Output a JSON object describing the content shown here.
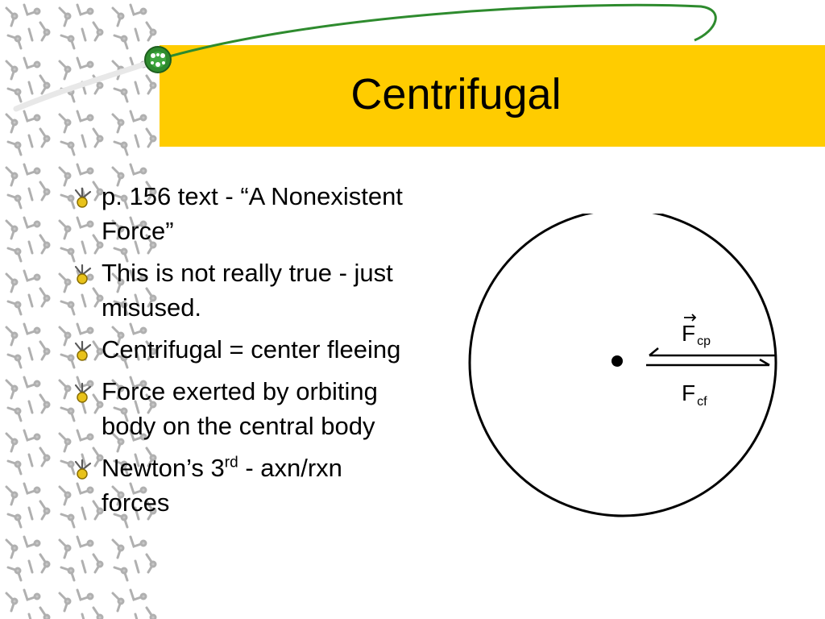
{
  "slide": {
    "title": "Centrifugal",
    "colors": {
      "title_band": "#FFCC00",
      "decor_green": "#2E8B2E",
      "pattern": "#A8A8A8"
    },
    "bullets": [
      {
        "text": "p. 156 text - “A Nonexistent Force”"
      },
      {
        "text": "This is not really true - just misused."
      },
      {
        "text": "Centrifugal = center fleeing"
      },
      {
        "text": "Force exerted by orbiting body on the central body"
      },
      {
        "text": "Newton’s 3",
        "sup": "rd",
        "after": " - axn/rxn forces"
      }
    ],
    "bullet_icon": "star-burst-icon",
    "diagram": {
      "fcp_main": "F",
      "fcp_sub": "cp",
      "fcf_main": "F",
      "fcf_sub": "cf"
    }
  }
}
